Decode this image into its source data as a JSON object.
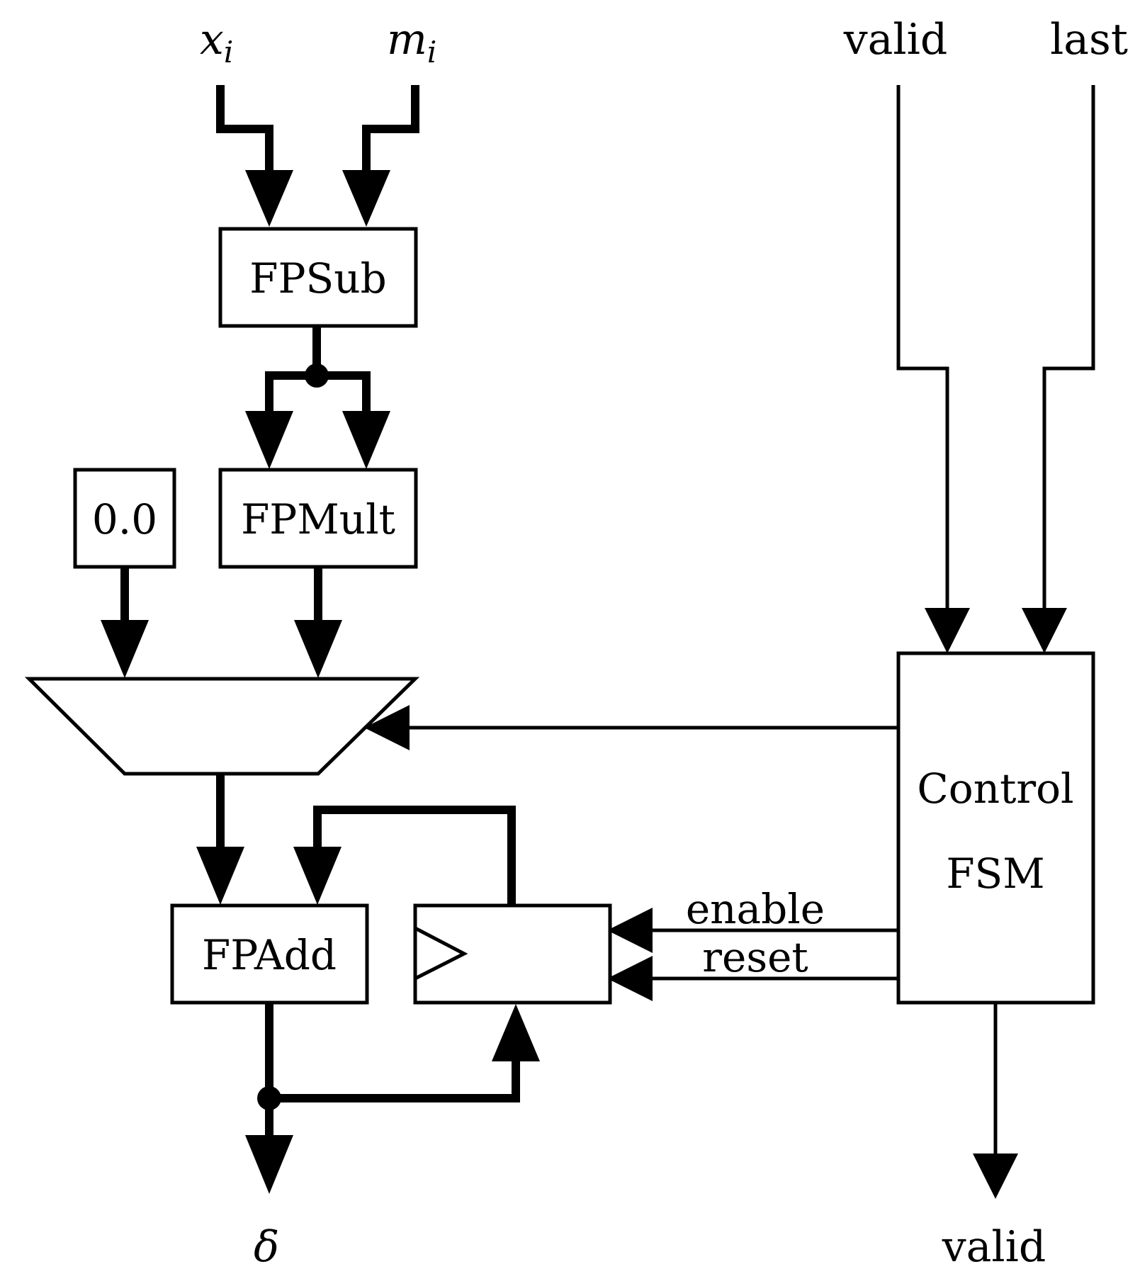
{
  "inputs": {
    "x_base": "x",
    "x_sub": "i",
    "m_base": "m",
    "m_sub": "i",
    "valid": "valid",
    "last": "last"
  },
  "blocks": {
    "fpsub": "FPSub",
    "fpmult": "FPMult",
    "constant": "0.0",
    "fpadd": "FPAdd",
    "control_line1": "Control",
    "control_line2": "FSM"
  },
  "signals": {
    "enable": "enable",
    "reset": "reset"
  },
  "outputs": {
    "delta": "δ",
    "valid": "valid"
  },
  "colors": {
    "stroke": "#000000",
    "background": "#ffffff"
  }
}
